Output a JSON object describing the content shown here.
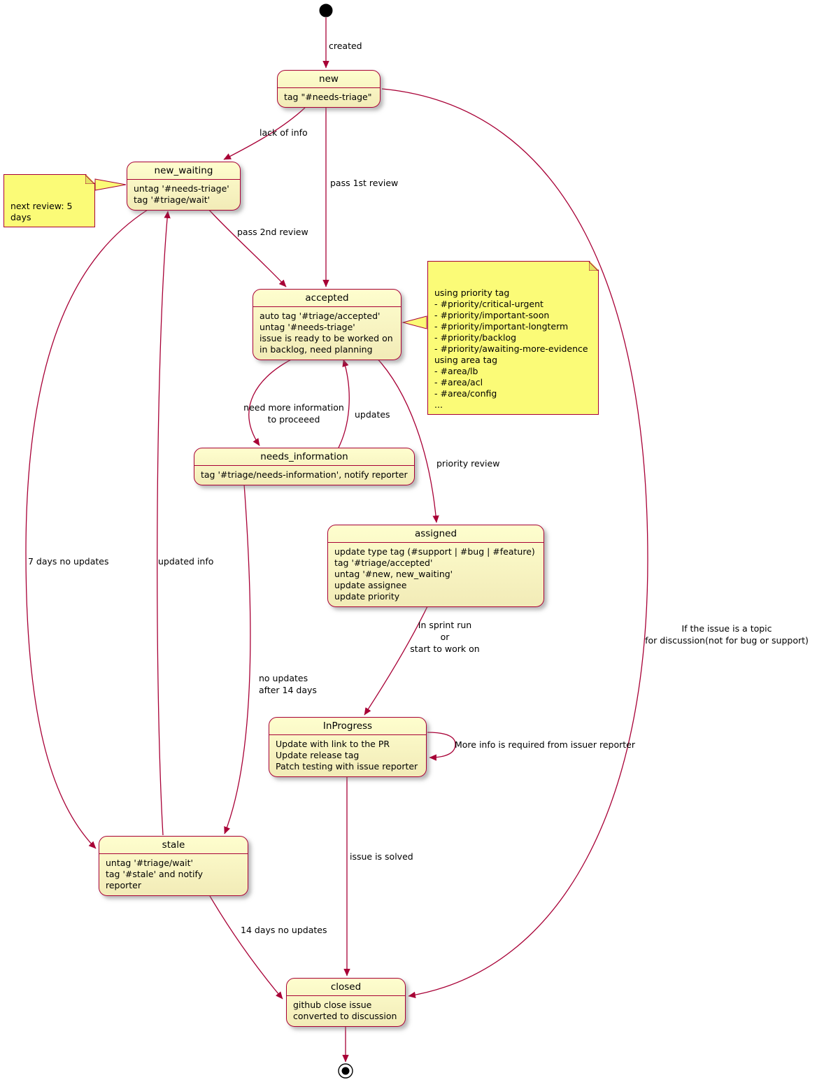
{
  "colors": {
    "edge": "#A80036",
    "state_border": "#A80036",
    "state_fill": "#FEFECE",
    "note_fill": "#FBFB77",
    "text": "#000000"
  },
  "states": {
    "new": {
      "title": "new",
      "lines": [
        "tag \"#needs-triage\""
      ]
    },
    "new_waiting": {
      "title": "new_waiting",
      "lines": [
        "untag '#needs-triage'",
        "tag '#triage/wait'"
      ]
    },
    "accepted": {
      "title": "accepted",
      "lines": [
        "auto tag '#triage/accepted'",
        "untag '#needs-triage'",
        "issue is ready to be worked on",
        "in backlog, need planning"
      ]
    },
    "needs_information": {
      "title": "needs_information",
      "lines": [
        "tag '#triage/needs-information', notify reporter"
      ]
    },
    "assigned": {
      "title": "assigned",
      "lines": [
        "update type tag (#support | #bug | #feature)",
        "tag '#triage/accepted'",
        "untag '#new, new_waiting'",
        "update assignee",
        "update priority"
      ]
    },
    "inprogress": {
      "title": "InProgress",
      "lines": [
        "Update with link to the PR",
        "Update release tag",
        "Patch testing with issue reporter"
      ]
    },
    "stale": {
      "title": "stale",
      "lines": [
        "untag '#triage/wait'",
        "tag '#stale' and notify reporter"
      ]
    },
    "closed": {
      "title": "closed",
      "lines": [
        "github close issue",
        "converted to discussion"
      ]
    }
  },
  "notes": {
    "next_review": "next review: 5 days",
    "priority": [
      "using priority tag",
      "- #priority/critical-urgent",
      "- #priority/important-soon",
      "- #priority/important-longterm",
      "- #priority/backlog",
      "- #priority/awaiting-more-evidence",
      "using area tag",
      "- #area/lb",
      "- #area/acl",
      "- #area/config",
      "..."
    ]
  },
  "transitions": {
    "created": "created",
    "lack_of_info": "lack of info",
    "pass_1st_review": "pass 1st review",
    "pass_2nd_review": "pass 2nd review",
    "need_more_information": "need more information\nto proceeed",
    "updates": "updates",
    "priority_review": "priority review",
    "in_sprint": "In sprint run\nor\nstart to work on",
    "more_info_required": "More info is required from issuer reporter",
    "issue_is_solved": "issue is solved",
    "seven_days_no_updates": "7 days no updates",
    "updated_info": "updated info",
    "no_updates_after_14_days": "no updates\nafter 14 days",
    "fourteen_days_no_updates": "14 days no updates",
    "topic_for_discussion": "If the issue is a topic\nfor discussion(not for bug or support)"
  }
}
